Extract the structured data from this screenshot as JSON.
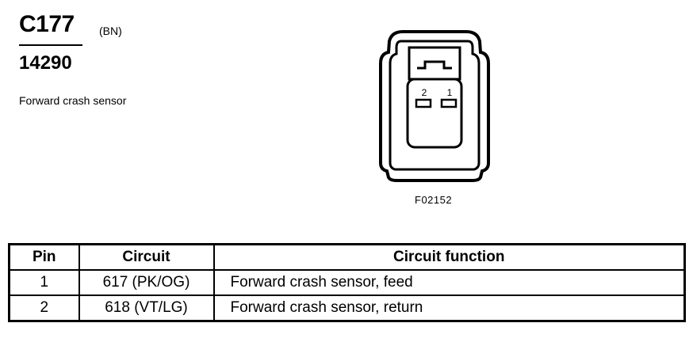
{
  "header": {
    "connector_id": "C177",
    "color_code": "(BN)",
    "part_number": "14290",
    "description": "Forward crash sensor"
  },
  "diagram": {
    "pin_labels": [
      "2",
      "1"
    ],
    "figure_id": "F02152"
  },
  "table": {
    "headers": [
      "Pin",
      "Circuit",
      "Circuit function"
    ],
    "rows": [
      {
        "pin": "1",
        "circuit": "617 (PK/OG)",
        "function": "Forward crash sensor, feed"
      },
      {
        "pin": "2",
        "circuit": "618 (VT/LG)",
        "function": "Forward crash sensor, return"
      }
    ]
  }
}
